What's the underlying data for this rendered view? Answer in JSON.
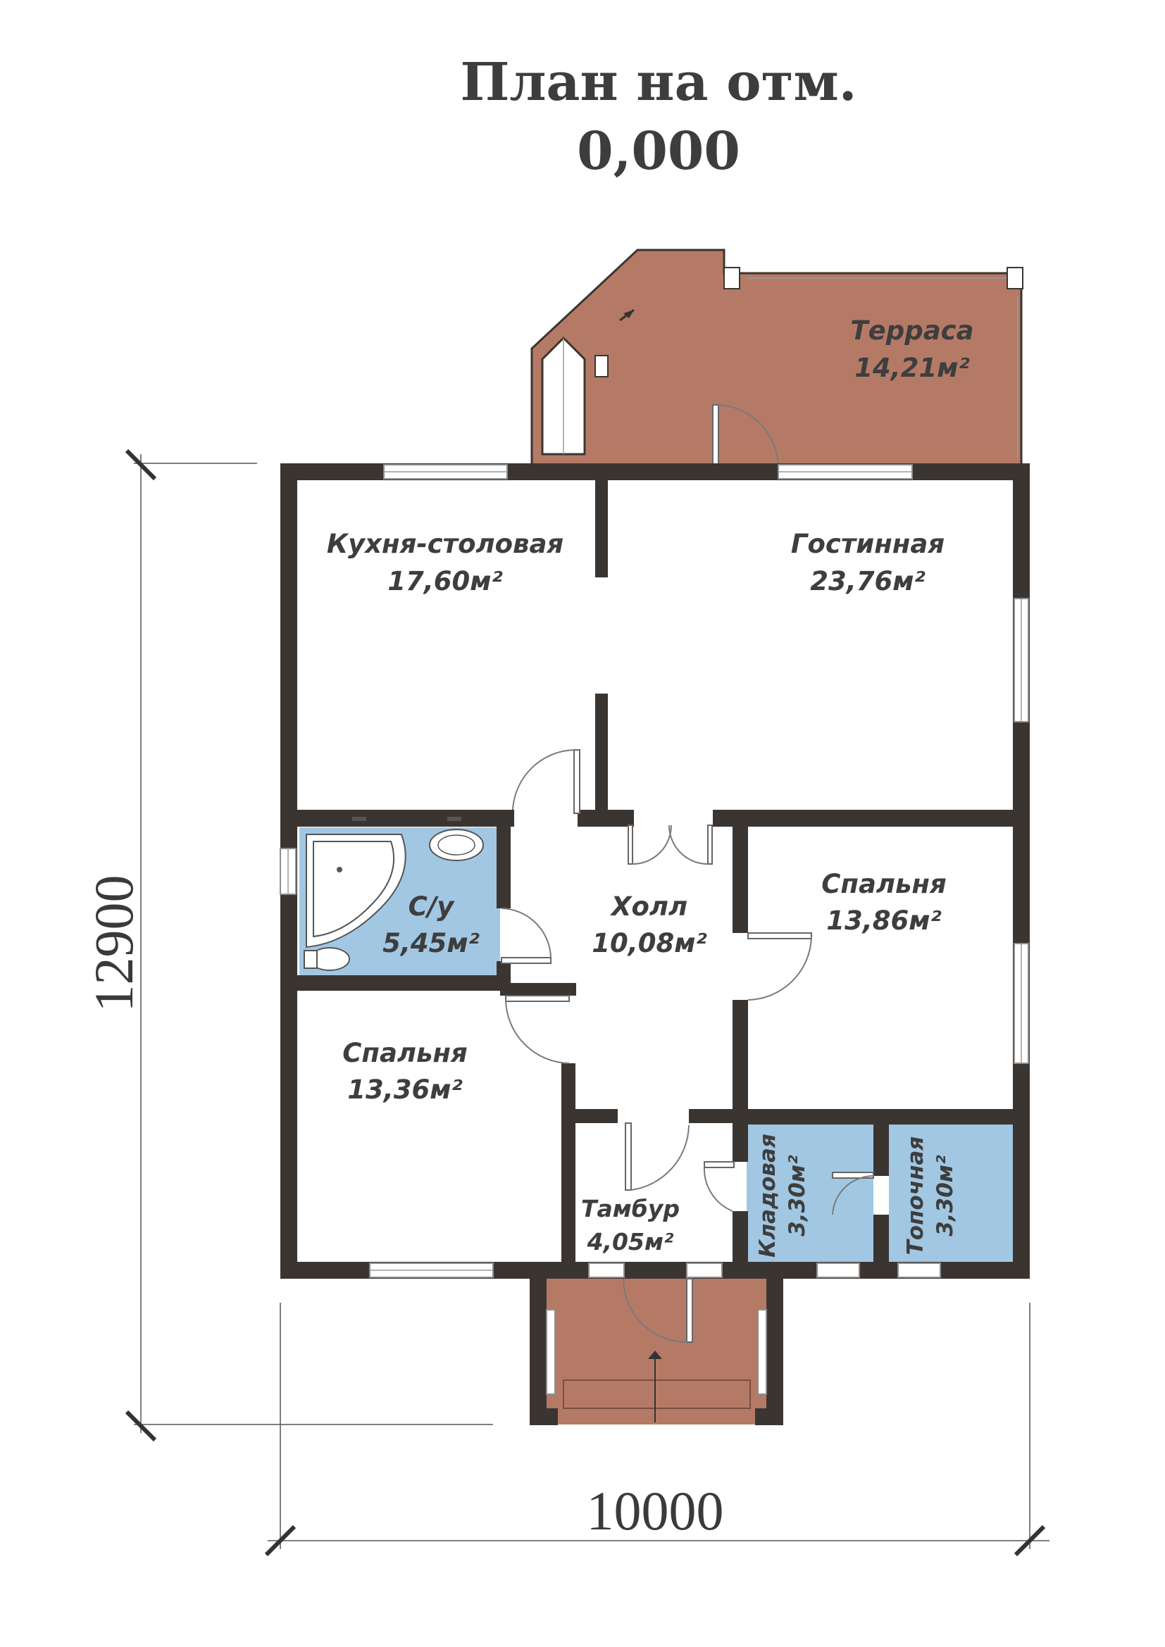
{
  "title": {
    "line1": "План на отм.",
    "line2": "0,000"
  },
  "rooms": {
    "terrace": {
      "name": "Терраса",
      "area": "14,21м²"
    },
    "kitchen": {
      "name": "Кухня-столовая",
      "area": "17,60м²"
    },
    "living": {
      "name": "Гостинная",
      "area": "23,76м²"
    },
    "bathroom": {
      "name": "С/у",
      "area": "5,45м²"
    },
    "hall": {
      "name": "Холл",
      "area": "10,08м²"
    },
    "bedroom1": {
      "name": "Спальня",
      "area": "13,86м²"
    },
    "bedroom2": {
      "name": "Спальня",
      "area": "13,36м²"
    },
    "vestibule": {
      "name": "Тамбур",
      "area": "4,05м²"
    },
    "storage": {
      "name": "Кладовая",
      "area": "3,30м²"
    },
    "furnace": {
      "name": "Топочная",
      "area": "3,30м²"
    }
  },
  "dimensions": {
    "height": "12900",
    "width": "10000"
  },
  "colors": {
    "wall": "#3b3531",
    "terrace": "#b57a66",
    "wet_room": "#a2c7e3",
    "background": "#ffffff"
  }
}
